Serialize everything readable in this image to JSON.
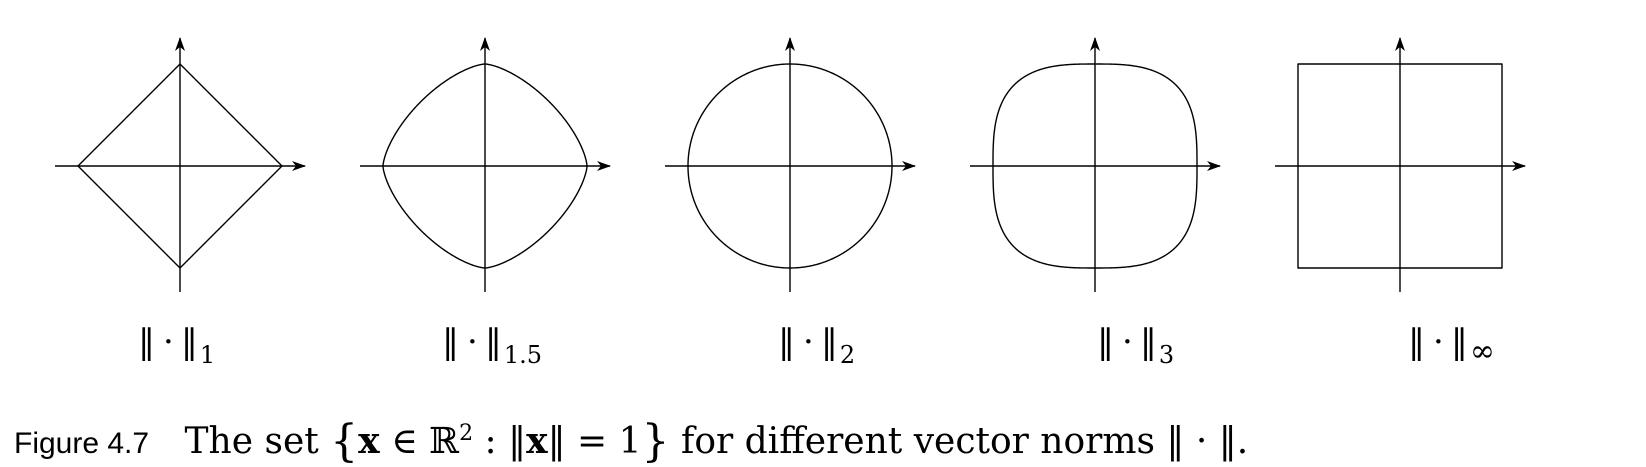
{
  "panels": [
    {
      "norm": "1",
      "p": 1
    },
    {
      "norm": "1.5",
      "p": 1.5
    },
    {
      "norm": "2",
      "p": 2
    },
    {
      "norm": "3",
      "p": 3
    },
    {
      "norm": "∞",
      "p": "inf"
    }
  ],
  "caption": {
    "figure_number": "Figure 4.7",
    "text_before": "The set ",
    "set_open": "{",
    "vector": "x",
    "member_of": " ∈ ℝ",
    "dimension": "2",
    "colon": " : ‖",
    "vector2": "x",
    "equals": "‖ = 1",
    "set_close": "}",
    "text_after": " for different vector norms ‖ · ‖."
  }
}
